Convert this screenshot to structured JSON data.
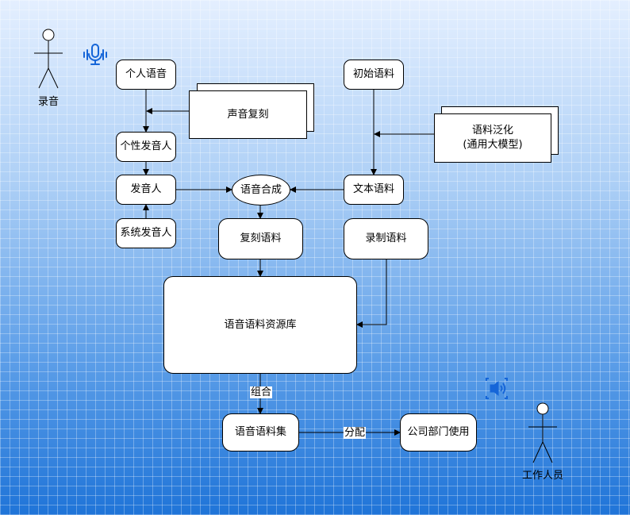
{
  "actors": {
    "recorder": "录音",
    "staff": "工作人员"
  },
  "icons": {
    "microphone": "microphone-icon",
    "speaker": "speaker-icon",
    "icon_color": "#1565d8"
  },
  "nodes": {
    "personal_voice": "个人语音",
    "voice_clone": "声音复刻",
    "personal_speaker": "个性发音人",
    "speaker": "发音人",
    "system_speaker": "系统发音人",
    "speech_synthesis": "语音合成",
    "initial_corpus": "初始语料",
    "corpus_generalization_line1": "语料泛化",
    "corpus_generalization_line2": "(通用大模型)",
    "text_corpus": "文本语料",
    "cloned_corpus": "复刻语料",
    "recorded_corpus": "录制语料",
    "resource_library": "语音语料资源库",
    "speech_corpus_set": "语音语料集",
    "company_use": "公司部门使用"
  },
  "edges": {
    "combine": "组合",
    "distribute": "分配"
  }
}
